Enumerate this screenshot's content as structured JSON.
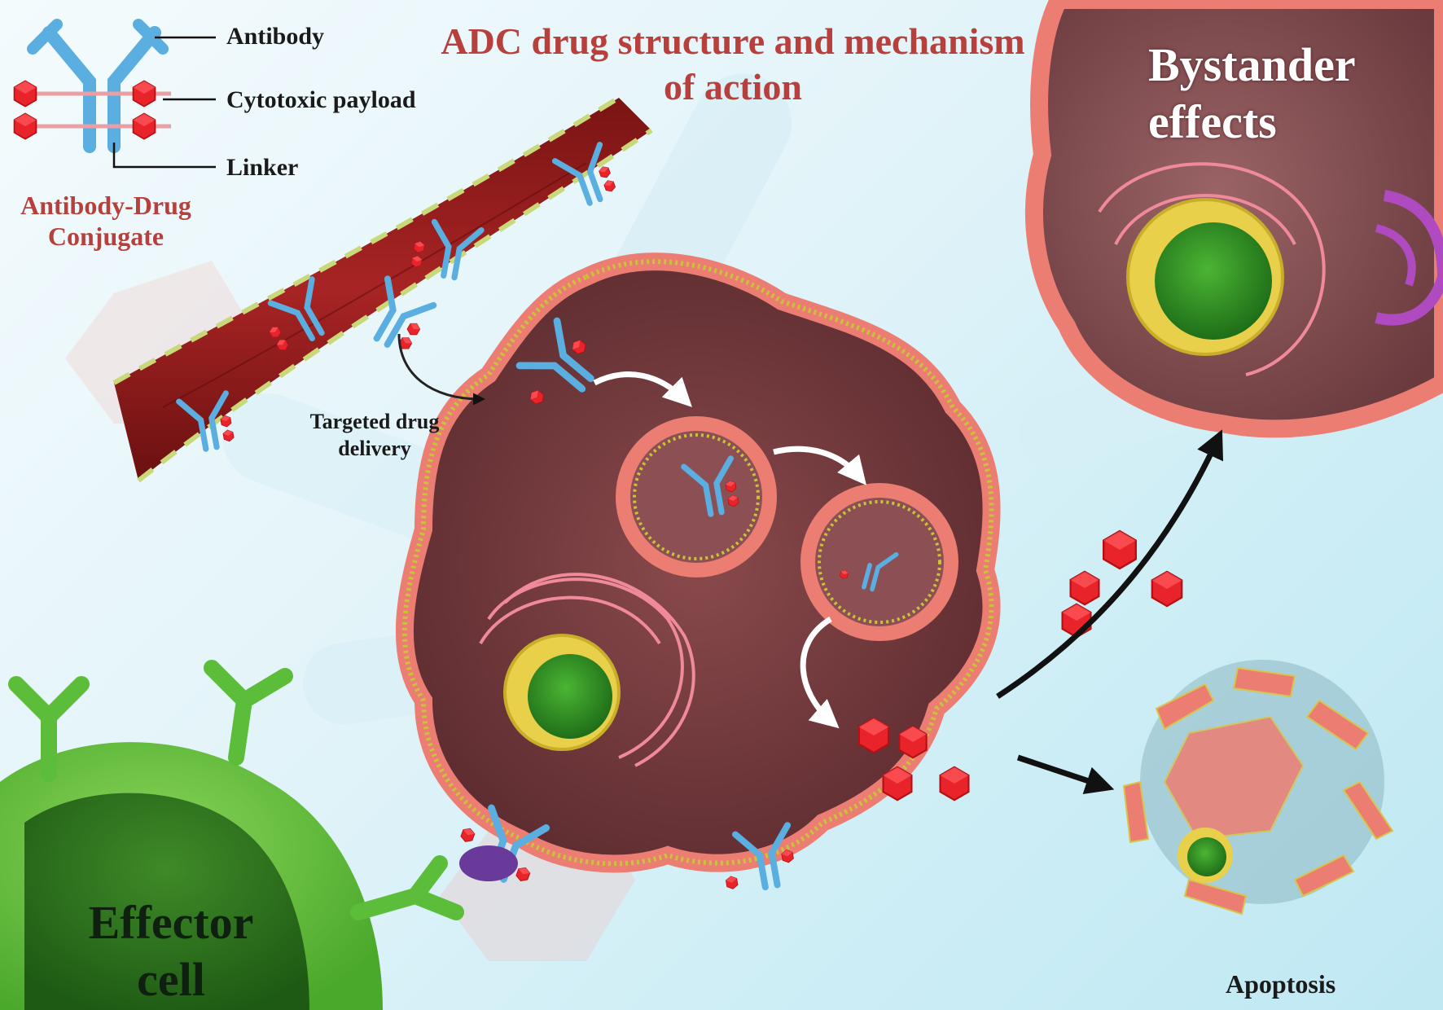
{
  "title_line1": "ADC drug structure and mechanism",
  "title_line2": "of action",
  "legend": {
    "antibody": "Antibody",
    "payload": "Cytotoxic payload",
    "linker": "Linker"
  },
  "adc_label_line1": "Antibody-Drug",
  "adc_label_line2": "Conjugate",
  "targeted_line1": "Targeted drug",
  "targeted_line2": "delivery",
  "bystander_line1": "Bystander",
  "bystander_line2": "effects",
  "effector_line1": "Effector",
  "effector_line2": "cell",
  "apoptosis": "Apoptosis",
  "colors": {
    "title_red": "#b7403c",
    "antibody_blue": "#5aaee0",
    "payload_red": "#e8242a",
    "membrane": "#e87a6e",
    "cytoplasm": "#6e3a3c",
    "nucleus_green": "#3a9a2a",
    "effector_green": "#6cc23a",
    "vessel": "#9a2020"
  }
}
